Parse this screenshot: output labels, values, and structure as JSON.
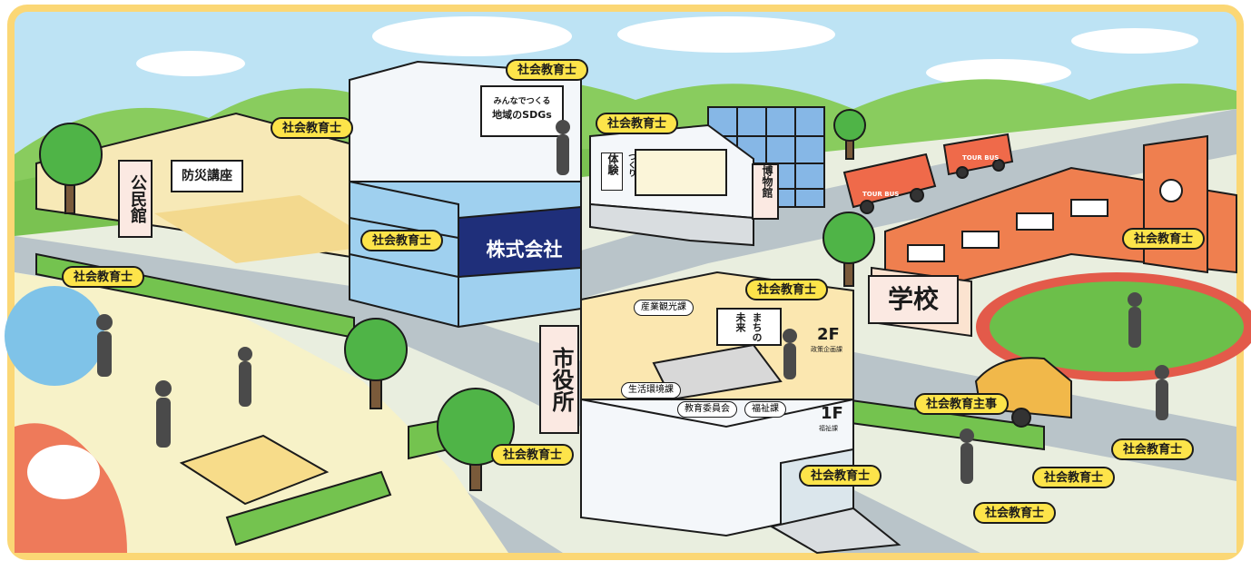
{
  "scene": {
    "buildings": {
      "kominkan": "公民館",
      "company": "株式会社",
      "museum": "博物館",
      "school": "学校",
      "city_hall": "市役所"
    },
    "signs": {
      "bosai": "防災講座",
      "sdgs_line1": "みんなでつくる",
      "sdgs_line2": "地域のSDGs",
      "taiken": "体験",
      "tsukuri": "つくり",
      "machi_no": "まちの",
      "mirai": "未来",
      "bus1": "TOUR BUS",
      "bus2": "TOUR BUS",
      "floor2": "2F",
      "floor2_dept": "政策企画課",
      "floor1": "1F",
      "floor1_dept": "福祉課"
    },
    "departments": {
      "sangyo": "産業観光課",
      "seikatsu": "生活環境課",
      "kyoiku": "教育委員会",
      "fukushi": "福祉課"
    },
    "labels": {
      "b1": "社会教育士",
      "b2": "社会教育士",
      "b3": "社会教育士",
      "b4": "社会教育士",
      "b5": "社会教育士",
      "b6": "社会教育士",
      "b7": "社会教育士",
      "b8": "社会教育士",
      "b9": "社会教育主事",
      "b10": "社会教育士",
      "b11": "社会教育士",
      "b12": "社会教育士",
      "b13": "社会教育士"
    }
  },
  "colors": {
    "frame": "#fbd775",
    "sky": "#bde3f4",
    "grass": "#7ec75a",
    "road": "#b9c4c9",
    "badge": "#fde44a",
    "school": "#ef7f4f"
  }
}
